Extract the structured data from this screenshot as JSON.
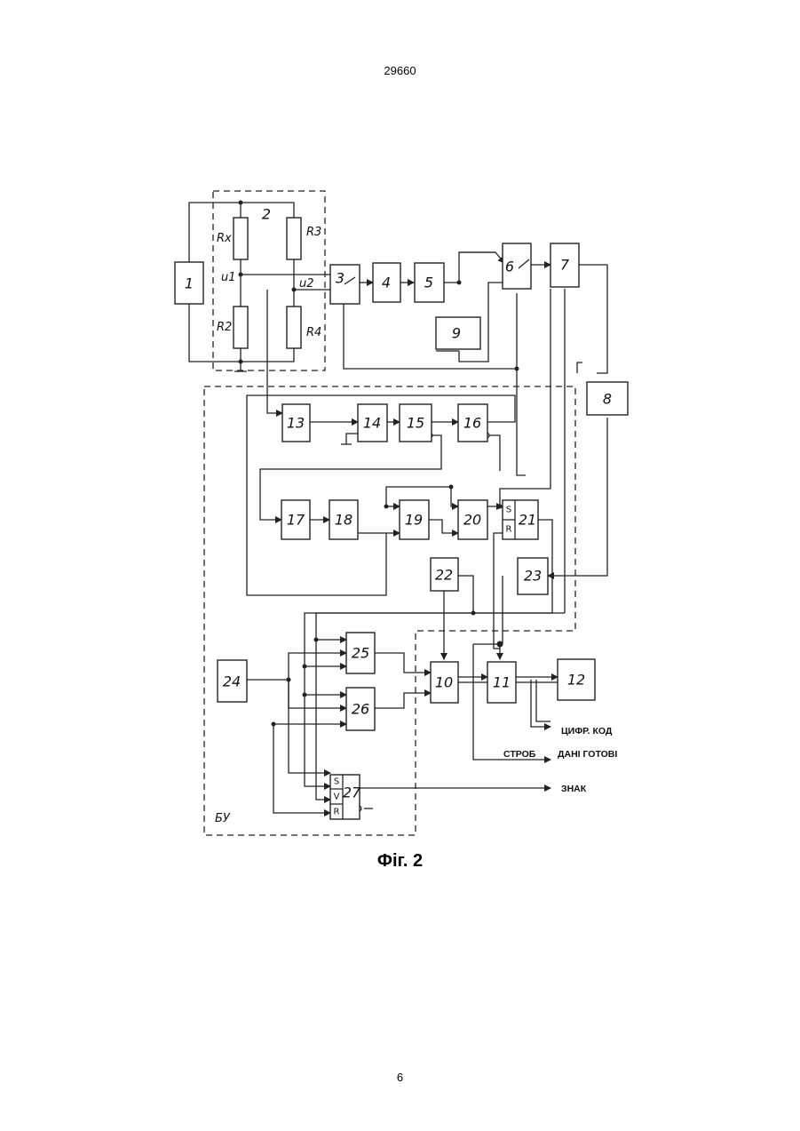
{
  "header": {
    "page_top": "29660"
  },
  "figure": {
    "caption": "Фіг. 2",
    "control_unit_label": "БУ",
    "blocks": [
      {
        "id": "b1",
        "label": "1"
      },
      {
        "id": "b2",
        "label": "2"
      },
      {
        "id": "b3",
        "label": "3"
      },
      {
        "id": "b4",
        "label": "4"
      },
      {
        "id": "b5",
        "label": "5"
      },
      {
        "id": "b6",
        "label": "6"
      },
      {
        "id": "b7",
        "label": "7"
      },
      {
        "id": "b8",
        "label": "8"
      },
      {
        "id": "b9",
        "label": "9"
      },
      {
        "id": "b10",
        "label": "10"
      },
      {
        "id": "b11",
        "label": "11"
      },
      {
        "id": "b12",
        "label": "12"
      },
      {
        "id": "b13",
        "label": "13"
      },
      {
        "id": "b14",
        "label": "14"
      },
      {
        "id": "b15",
        "label": "15"
      },
      {
        "id": "b16",
        "label": "16"
      },
      {
        "id": "b17",
        "label": "17"
      },
      {
        "id": "b18",
        "label": "18"
      },
      {
        "id": "b19",
        "label": "19"
      },
      {
        "id": "b20",
        "label": "20"
      },
      {
        "id": "b21",
        "label": "21"
      },
      {
        "id": "b22",
        "label": "22"
      },
      {
        "id": "b23",
        "label": "23"
      },
      {
        "id": "b24",
        "label": "24"
      },
      {
        "id": "b25",
        "label": "25"
      },
      {
        "id": "b26",
        "label": "26"
      },
      {
        "id": "b27",
        "label": "27"
      }
    ],
    "resistors": {
      "rx": "Rx",
      "r2": "R2",
      "r3": "R3",
      "r4": "R4"
    },
    "nodes": {
      "u1": "u1",
      "u2": "u2"
    },
    "trigger_pins": {
      "s": "S",
      "r": "R",
      "v": "V"
    },
    "outputs": {
      "digital_code": "ЦИФР. КОД",
      "strobe": "СТРОБ",
      "data_ready": "ДАНІ ГОТОВІ",
      "sign": "ЗНАК"
    }
  },
  "footer": {
    "page_bottom": "6"
  }
}
